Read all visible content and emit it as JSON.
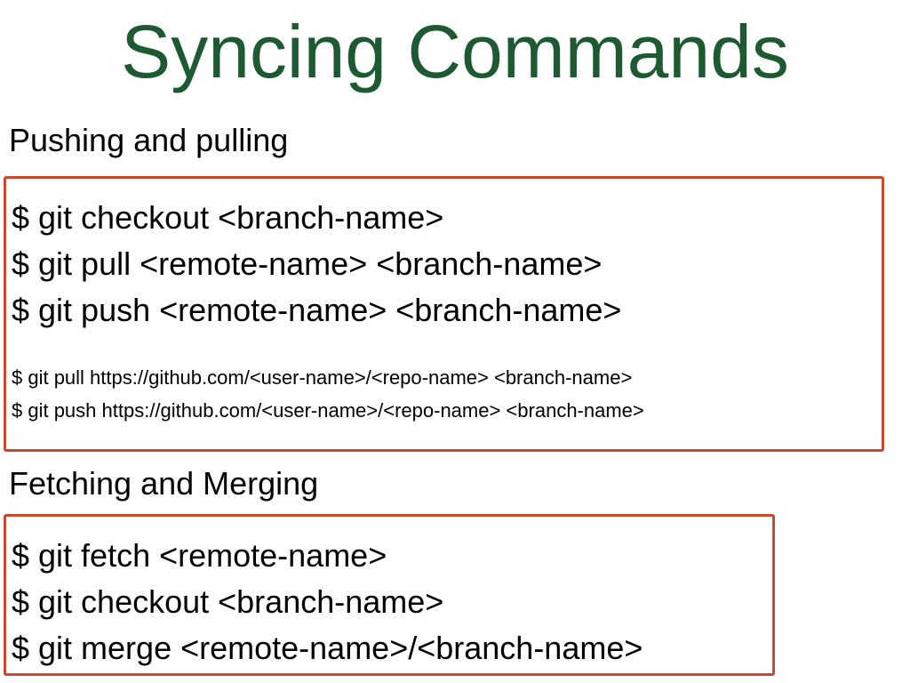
{
  "title": "Syncing Commands",
  "push_pull": {
    "heading": "Pushing and pulling",
    "main_commands": [
      "$ git checkout <branch-name>",
      "$ git pull <remote-name> <branch-name>",
      "$ git push <remote-name> <branch-name>"
    ],
    "url_commands": [
      "$ git pull https://github.com/<user-name>/<repo-name> <branch-name>",
      "$ git push https://github.com/<user-name>/<repo-name> <branch-name>"
    ]
  },
  "fetch_merge": {
    "heading": "Fetching and Merging",
    "commands": [
      "$ git fetch <remote-name>",
      "$ git checkout <branch-name>",
      "$ git merge <remote-name>/<branch-name>"
    ]
  },
  "colors": {
    "title": "#1d5a32",
    "box_border": "#c9482e"
  }
}
